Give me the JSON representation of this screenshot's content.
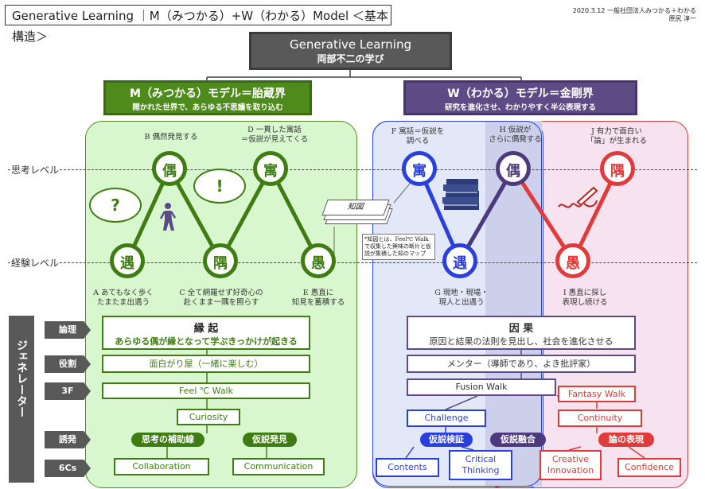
{
  "title": "Generative Learning ｜M（みつかる）+W（わかる）Model ＜基本構造＞",
  "meta": {
    "line1": "2020.3.12 一般社団法人みつかる＋わかる",
    "line2": "原尻 淳一"
  },
  "top": {
    "title": "Generative Learning",
    "subtitle": "両部不二の学び"
  },
  "m_model": {
    "title": "M（みつかる）モデル＝胎蔵界",
    "subtitle": "開かれた世界で、あらゆる不思議を取り込む"
  },
  "w_model": {
    "title": "W（わかる）モデル＝金剛界",
    "subtitle": "研究を進化させ、わかりやすく半公表現する"
  },
  "levels": {
    "thinking": "思考レベル",
    "experience": "経験レベル"
  },
  "nodes": {
    "B": {
      "char": "偶",
      "note1": "B 偶然発見する"
    },
    "D": {
      "char": "寓",
      "note1": "D 一貫した寓話",
      "note2": "＝仮説が見えてくる"
    },
    "A": {
      "char": "遇",
      "note1": "A あてもなく歩く",
      "note2": "たまたま出遇う"
    },
    "C": {
      "char": "隅",
      "note1": "C 全て網羅せず好奇心の",
      "note2": "赴くまま一隅を照らす"
    },
    "E": {
      "char": "愚",
      "note1": "E 愚直に",
      "note2": "知見を蓄積する"
    },
    "F": {
      "char": "寓",
      "note1": "F 寓話＝仮説を",
      "note2": "調べる"
    },
    "H": {
      "char": "偶",
      "note1": "H 仮説が",
      "note2": "さらに偶発する"
    },
    "J": {
      "char": "隅",
      "note1": "J 有力で面白い",
      "note2": "「論」が生まれる"
    },
    "G": {
      "char": "遇",
      "note1": "G 現地・現場・",
      "note2": "現人と出遇う"
    },
    "I": {
      "char": "愚",
      "note1": "I 愚直に探し",
      "note2": "表現し続ける"
    }
  },
  "bubbles": {
    "question": "?",
    "exclaim": "!"
  },
  "chizu": {
    "label": "知図",
    "note": "*知図とは、Feel℃ Walkで収集した興味の断片と仮説が集積した知のマップ"
  },
  "generator": {
    "label": "ジェネレーター"
  },
  "rows": {
    "logic": "論理",
    "role": "役割",
    "f3": "3F",
    "induce": "誘発",
    "c6": "6Cs"
  },
  "engi": {
    "title": "縁 起",
    "sub": "あらゆる偶が縁となって学ぶきっかけが起きる"
  },
  "inga": {
    "title": "因 果",
    "sub": "原因と結果の法則を見出し、社会を進化させる"
  },
  "role_m": "面白がり屋（一緒に楽しむ）",
  "role_w": "メンター（導師であり、よき批評家）",
  "feel_walk": "Feel ℃ Walk",
  "fusion_walk": "Fusion Walk",
  "fantasy_walk": "Fantasy Walk",
  "curiosity": "Curiosity",
  "challenge": "Challenge",
  "continuity": "Continuity",
  "induce_items": {
    "aux": "思考の補助線",
    "hyp_find": "仮説発見",
    "hyp_test": "仮説検証",
    "hyp_fuse": "仮説融合",
    "expr": "論の表現"
  },
  "c6": {
    "collab": "Collaboration",
    "comm": "Communication",
    "contents": "Contents",
    "critical1": "Critical",
    "critical2": "Thinking",
    "creative1": "Creative",
    "creative2": "Innovation",
    "confidence": "Confidence"
  }
}
